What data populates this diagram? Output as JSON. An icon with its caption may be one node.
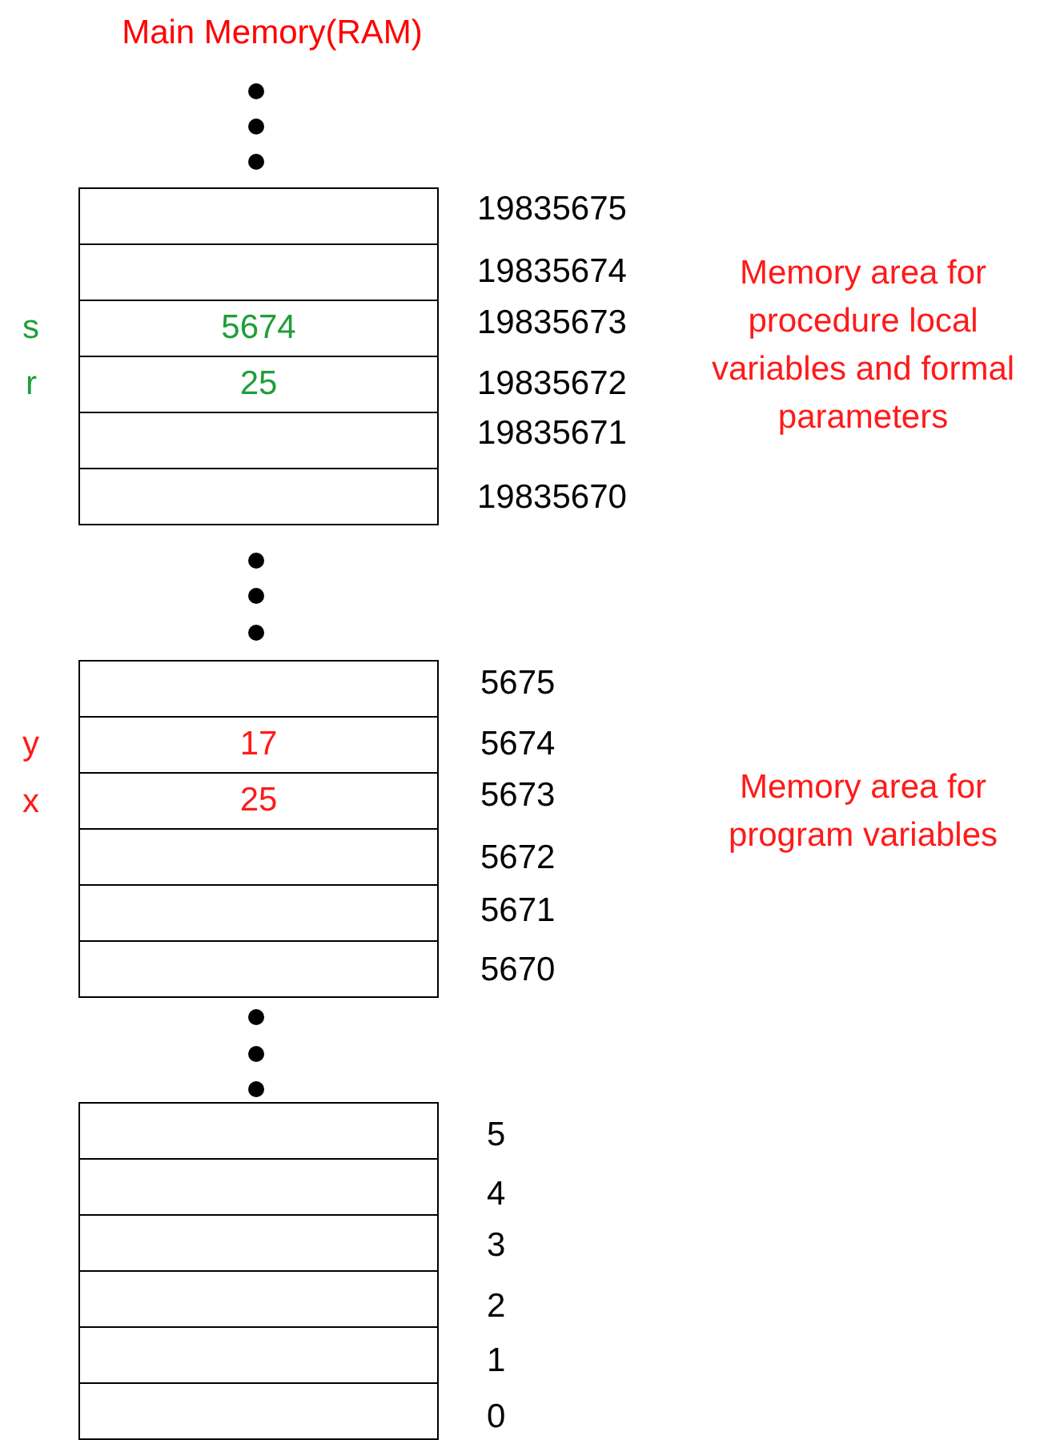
{
  "diagram": {
    "title": "Main Memory(RAM)",
    "nodes": [
      {
        "text": [],
        "shape": "box"
      },
      {
        "text": [],
        "shape": "box"
      },
      {
        "text": [
          "5674"
        ]
      },
      {
        "text": [
          "25"
        ]
      },
      {
        "text": [],
        "shape": "box"
      },
      {
        "text": [],
        "shape": "box"
      },
      {
        "text": [],
        "shape": "box"
      },
      {
        "text": [
          "17"
        ]
      },
      {
        "text": [
          "25"
        ]
      },
      {
        "text": [],
        "shape": "box"
      },
      {
        "text": [],
        "shape": "box"
      },
      {
        "text": [],
        "shape": "box"
      },
      {
        "text": [],
        "shape": "box"
      },
      {
        "text": [],
        "shape": "box"
      },
      {
        "text": [],
        "shape": "box"
      },
      {
        "text": [],
        "shape": "box"
      },
      {
        "text": [],
        "shape": "box"
      },
      {
        "text": [],
        "shape": "box"
      }
    ],
    "labels": [
      "19835675",
      "19835674",
      "19835673",
      "19835672",
      "19835671",
      "19835670",
      "s",
      "r",
      "Memory area for procedure local variables and formal parameters",
      "5675",
      "5674",
      "5673",
      "5672",
      "5671",
      "5670",
      "y",
      "x",
      "Memory area for program variables",
      "5",
      "4",
      "3",
      "2",
      "1",
      "0"
    ]
  }
}
